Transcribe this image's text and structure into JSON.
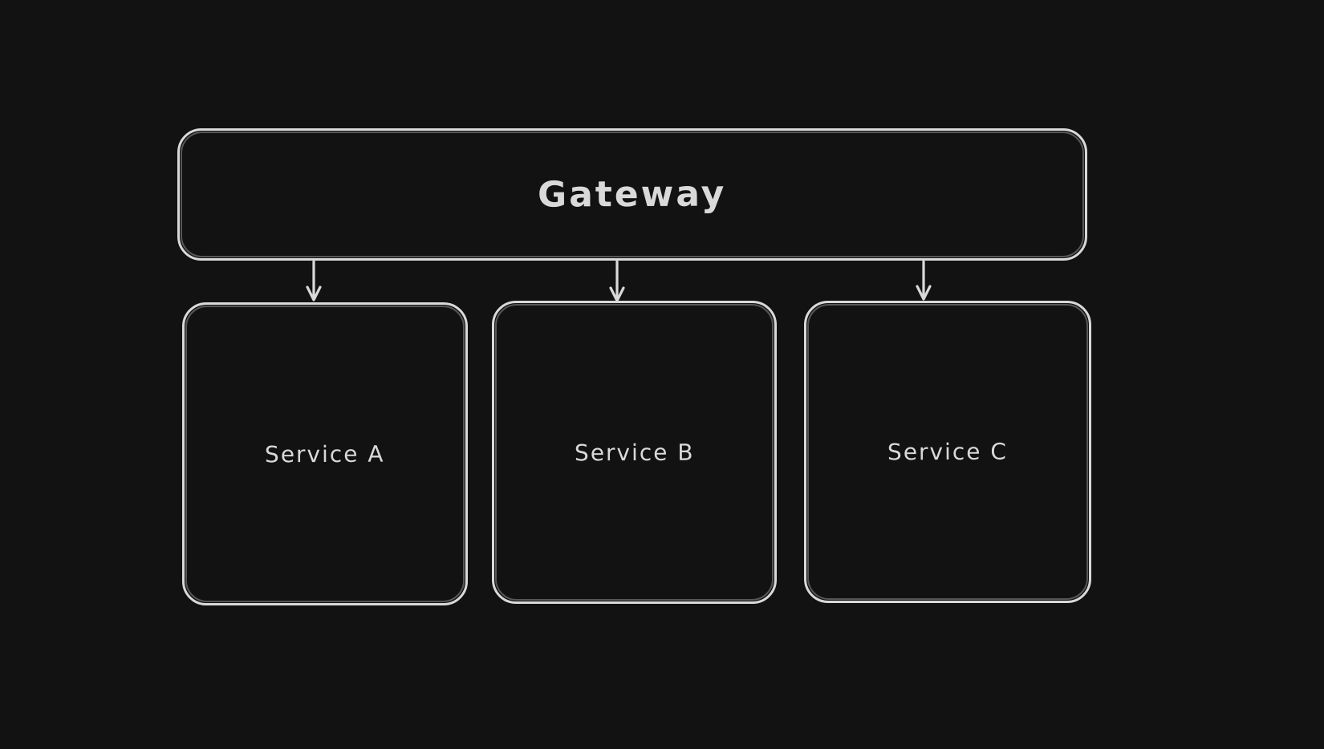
{
  "diagram": {
    "background_color": "#121212",
    "stroke_color": "#d9d9d9",
    "text_color": "#d9d9d9",
    "nodes": [
      {
        "id": "gateway",
        "label": "Gateway",
        "shape": "rounded-rectangle"
      },
      {
        "id": "service-a",
        "label": "Service A",
        "shape": "rounded-rectangle"
      },
      {
        "id": "service-b",
        "label": "Service B",
        "shape": "rounded-rectangle"
      },
      {
        "id": "service-c",
        "label": "Service C",
        "shape": "rounded-rectangle"
      }
    ],
    "edges": [
      {
        "from": "gateway",
        "to": "service-a",
        "style": "arrow-down"
      },
      {
        "from": "gateway",
        "to": "service-b",
        "style": "arrow-down"
      },
      {
        "from": "gateway",
        "to": "service-c",
        "style": "arrow-down"
      }
    ]
  }
}
